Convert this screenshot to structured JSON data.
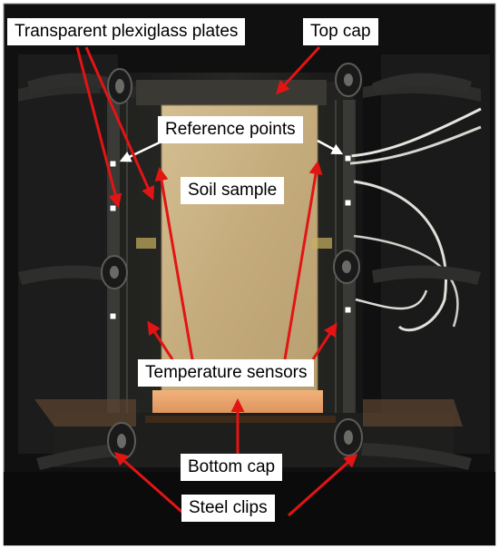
{
  "photo": {
    "labels": {
      "plates": "Transparent plexiglass plates",
      "top_cap": "Top cap",
      "reference_points": "Reference points",
      "soil_sample": "Soil sample",
      "temperature_sensors": "Temperature sensors",
      "bottom_cap": "Bottom cap",
      "steel_clips": "Steel clips"
    },
    "colors": {
      "arrow": "#e31414",
      "background": "#121212",
      "soil": "#c8b182",
      "bottom_cap": "#e8a06a"
    }
  }
}
